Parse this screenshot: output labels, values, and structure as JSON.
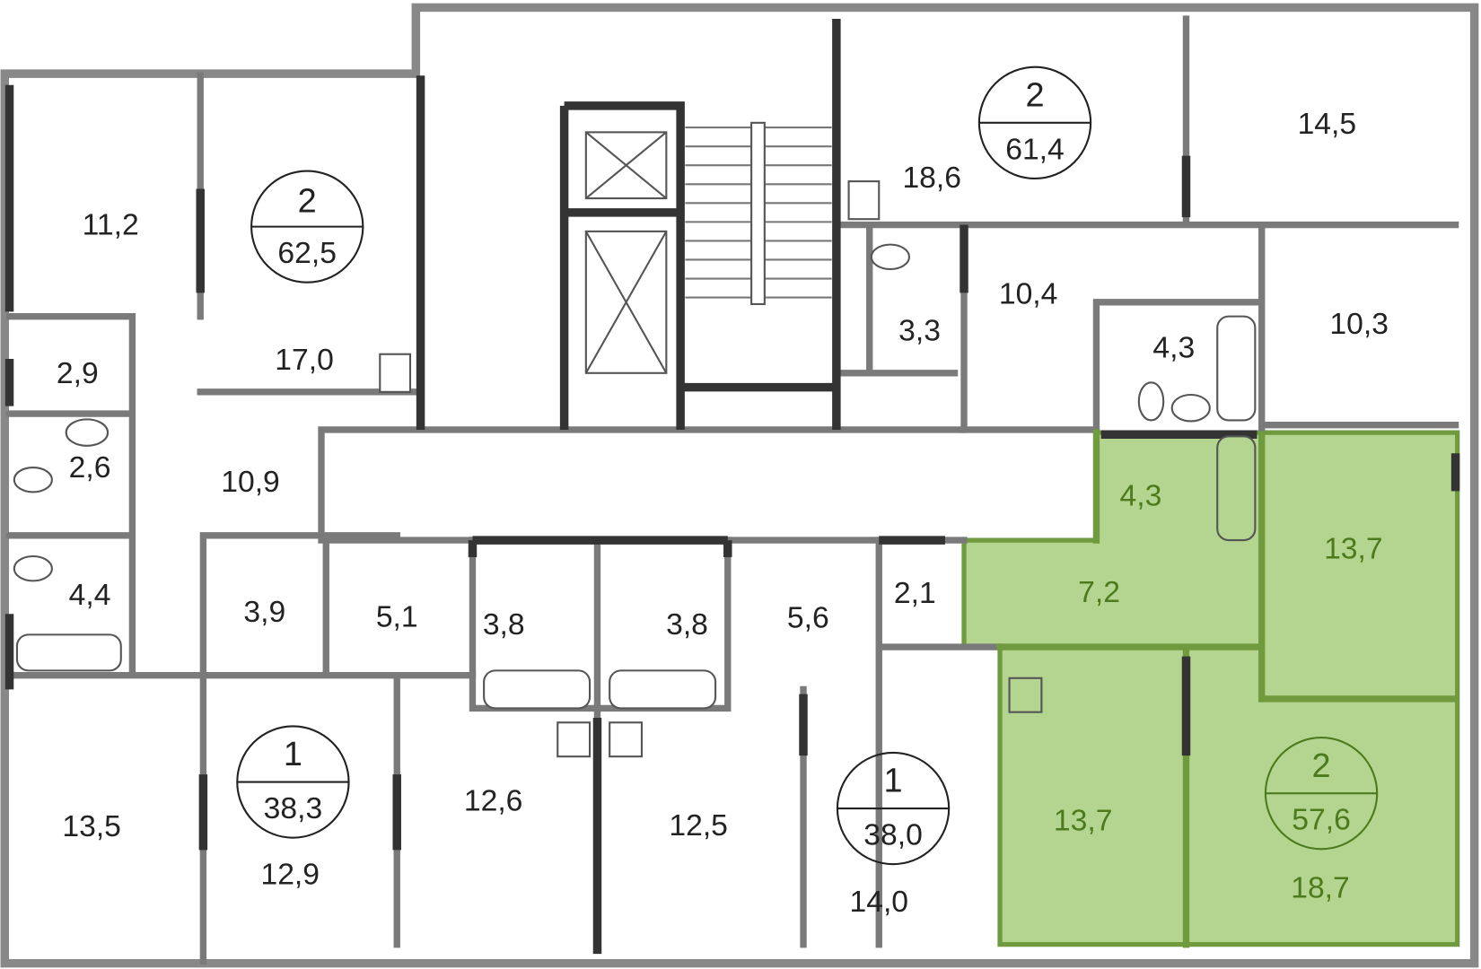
{
  "colors": {
    "highlight_fill": "#b3d58f",
    "highlight_text": "#4c7a1c",
    "wall": "#7a7a7a",
    "dark_wall": "#333333"
  },
  "apartments": [
    {
      "rooms": "2",
      "area": "62,5"
    },
    {
      "rooms": "2",
      "area": "61,4"
    },
    {
      "rooms": "1",
      "area": "38,3"
    },
    {
      "rooms": "1",
      "area": "38,0"
    },
    {
      "rooms": "2",
      "area": "57,6",
      "highlighted": true
    }
  ],
  "rooms": [
    "11,2",
    "17,0",
    "2,9",
    "2,6",
    "10,9",
    "4,4",
    "3,9",
    "5,1",
    "3,8",
    "3,8",
    "5,6",
    "2,1",
    "13,5",
    "12,9",
    "12,6",
    "12,5",
    "14,0",
    "18,6",
    "14,5",
    "3,3",
    "10,4",
    "4,3",
    "10,3"
  ],
  "highlighted_rooms": [
    "4,3",
    "7,2",
    "13,7",
    "13,7",
    "18,7"
  ]
}
